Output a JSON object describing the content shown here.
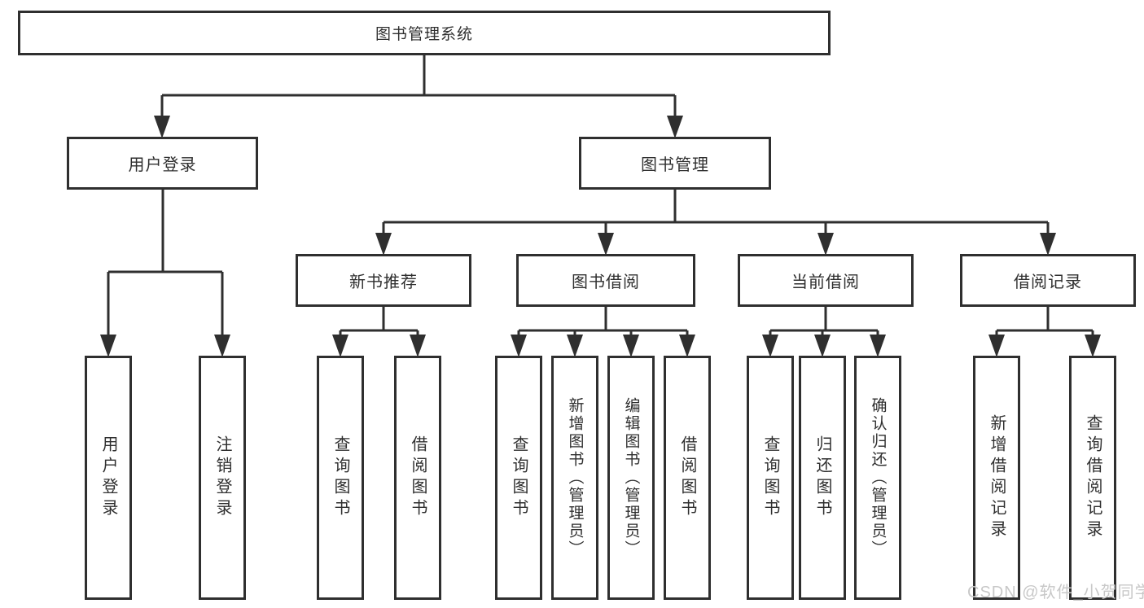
{
  "diagram": {
    "type": "hierarchy-tree",
    "colors": {
      "line": "#2f2f2f",
      "box_border": "#2f2f2f",
      "box_background": "#ffffff",
      "page_background": "#ffffff",
      "watermark": "#c8c8c8"
    },
    "nodes": {
      "root": {
        "label": "图书管理系统"
      },
      "user_login": {
        "label": "用户登录"
      },
      "book_mgmt": {
        "label": "图书管理"
      },
      "new_book_rec": {
        "label": "新书推荐"
      },
      "book_borrow": {
        "label": "图书借阅"
      },
      "current_borrow": {
        "label": "当前借阅"
      },
      "borrow_record": {
        "label": "借阅记录"
      },
      "leaf_user_login": {
        "label": "用户登录"
      },
      "leaf_logout": {
        "label": "注销登录"
      },
      "leaf_query_book_1": {
        "label": "查询图书"
      },
      "leaf_borrow_book_1": {
        "label": "借阅图书"
      },
      "leaf_query_book_2": {
        "label": "查询图书"
      },
      "leaf_add_book": {
        "label": "新增图书（管理员）"
      },
      "leaf_edit_book": {
        "label": "编辑图书（管理员）"
      },
      "leaf_borrow_book_2": {
        "label": "借阅图书"
      },
      "leaf_query_book_3": {
        "label": "查询图书"
      },
      "leaf_return_book": {
        "label": "归还图书"
      },
      "leaf_confirm_return": {
        "label": "确认归还（管理员）"
      },
      "leaf_add_record": {
        "label": "新增借阅记录"
      },
      "leaf_query_record": {
        "label": "查询借阅记录"
      }
    },
    "edges": [
      [
        "root",
        "user_login"
      ],
      [
        "root",
        "book_mgmt"
      ],
      [
        "user_login",
        "leaf_user_login"
      ],
      [
        "user_login",
        "leaf_logout"
      ],
      [
        "book_mgmt",
        "new_book_rec"
      ],
      [
        "book_mgmt",
        "book_borrow"
      ],
      [
        "book_mgmt",
        "current_borrow"
      ],
      [
        "book_mgmt",
        "borrow_record"
      ],
      [
        "new_book_rec",
        "leaf_query_book_1"
      ],
      [
        "new_book_rec",
        "leaf_borrow_book_1"
      ],
      [
        "book_borrow",
        "leaf_query_book_2"
      ],
      [
        "book_borrow",
        "leaf_add_book"
      ],
      [
        "book_borrow",
        "leaf_edit_book"
      ],
      [
        "book_borrow",
        "leaf_borrow_book_2"
      ],
      [
        "current_borrow",
        "leaf_query_book_3"
      ],
      [
        "current_borrow",
        "leaf_return_book"
      ],
      [
        "current_borrow",
        "leaf_confirm_return"
      ],
      [
        "borrow_record",
        "leaf_add_record"
      ],
      [
        "borrow_record",
        "leaf_query_record"
      ]
    ],
    "watermark": {
      "text": "CSDN @软件_小贺同学"
    }
  }
}
